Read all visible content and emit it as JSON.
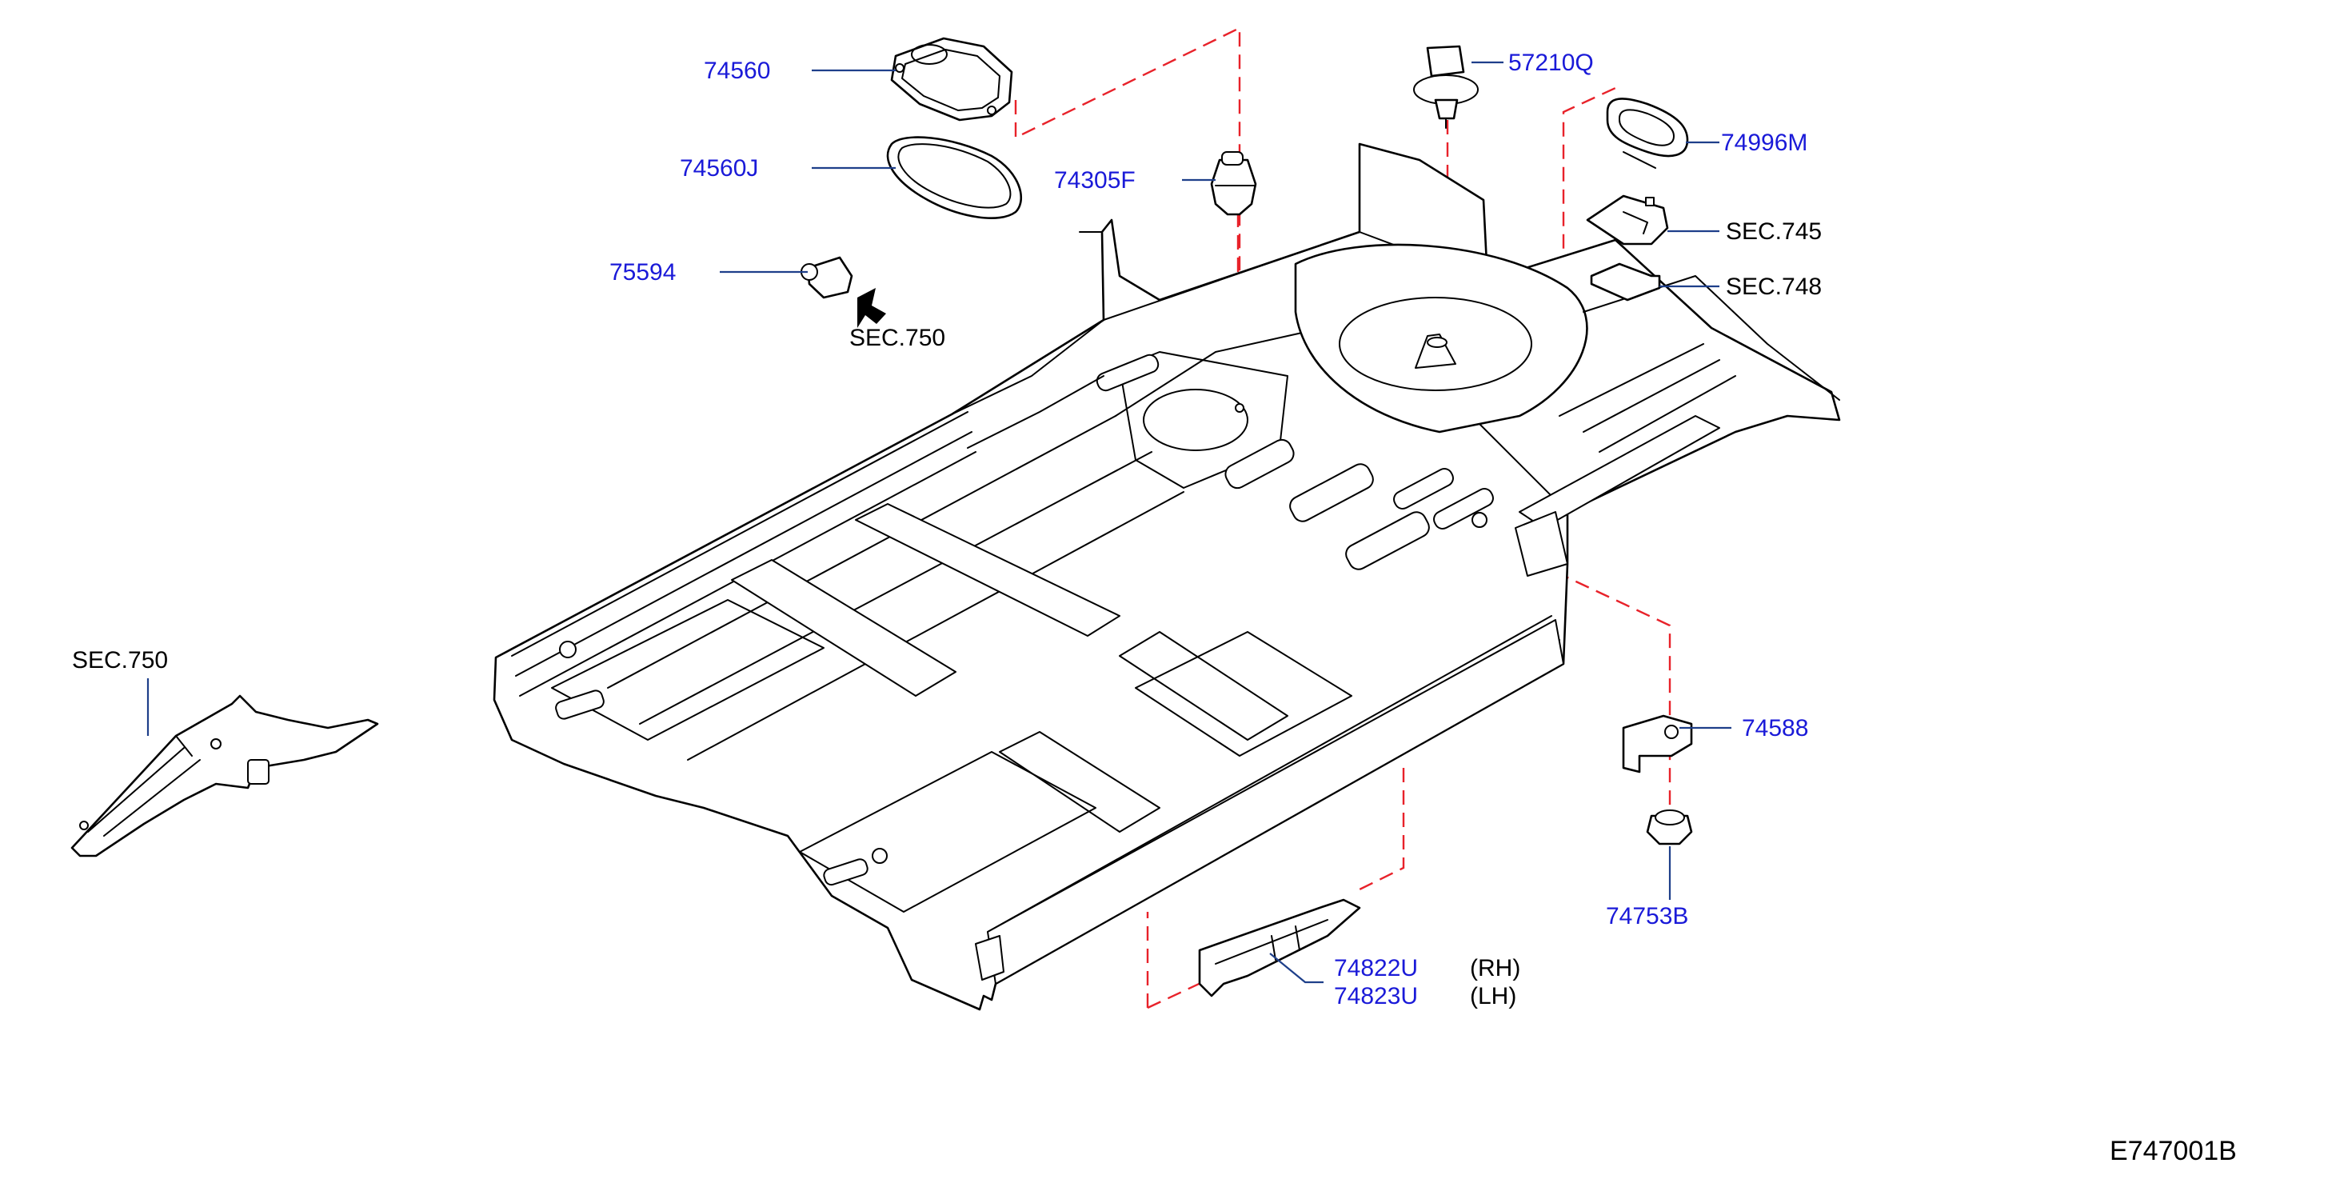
{
  "diagram": {
    "code": "E747001B",
    "parts": [
      {
        "id": "74560",
        "label": "74560"
      },
      {
        "id": "74560J",
        "label": "74560J"
      },
      {
        "id": "75594",
        "label": "75594"
      },
      {
        "id": "74305F",
        "label": "74305F"
      },
      {
        "id": "57210Q",
        "label": "57210Q"
      },
      {
        "id": "74996M",
        "label": "74996M"
      },
      {
        "id": "74588",
        "label": "74588"
      },
      {
        "id": "74753B",
        "label": "74753B"
      },
      {
        "id": "74822U",
        "label": "74822U"
      },
      {
        "id": "74823U",
        "label": "74823U"
      }
    ],
    "sections": [
      {
        "id": "sec750-arrow",
        "label": "SEC.750"
      },
      {
        "id": "sec745",
        "label": "SEC.745"
      },
      {
        "id": "sec748",
        "label": "SEC.748"
      },
      {
        "id": "sec750-left",
        "label": "SEC.750"
      }
    ],
    "sides": {
      "rh": "(RH)",
      "lh": "(LH)"
    },
    "colors": {
      "part_label": "#1a1ad8",
      "leader": "#1e3f8a",
      "dash": "#e8222a",
      "ink": "#000000"
    }
  }
}
